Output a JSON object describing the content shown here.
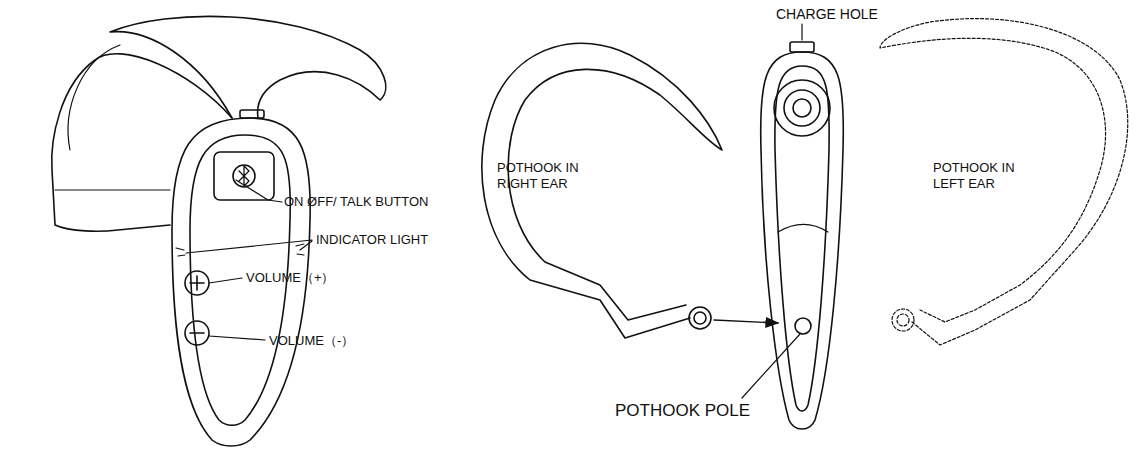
{
  "diagram": {
    "labels": [
      "CHARGE HOLE",
      "ON ØFF/ TALK BUTTON",
      "INDICATOR LIGHT",
      "VOLUME（+）",
      "VOLUME（-）",
      "POTHOOK IN RIGHT EAR",
      "POTHOOK IN LEFT EAR",
      "POTHOOK POLE"
    ]
  }
}
